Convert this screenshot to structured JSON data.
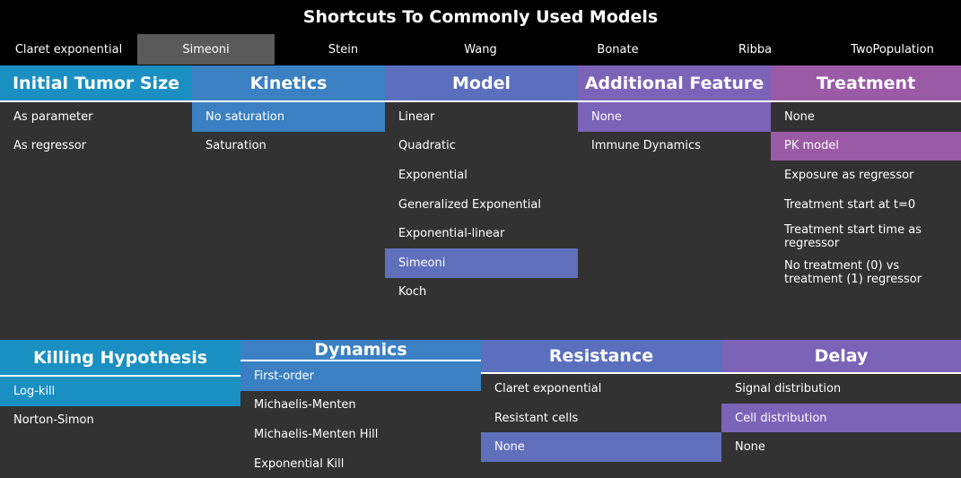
{
  "title": "Shortcuts To Commonly Used Models",
  "shortcuts": [
    {
      "label": "Claret exponential",
      "active": false
    },
    {
      "label": "Simeoni",
      "active": true
    },
    {
      "label": "Stein",
      "active": false
    },
    {
      "label": "Wang",
      "active": false
    },
    {
      "label": "Bonate",
      "active": false
    },
    {
      "label": "Ribba",
      "active": false
    },
    {
      "label": "TwoPopulation",
      "active": false
    }
  ],
  "colors": {
    "initial": "#1a8fc1",
    "kinetics": "#3a80c2",
    "model": "#5a6fbe",
    "additional": "#7b63b8",
    "treatment": "#9b5aa6"
  },
  "sections_top": [
    {
      "key": "initial",
      "header": "Initial Tumor Size",
      "color": "#1a8fc1",
      "highlight": "#1a8fc1",
      "options": [
        {
          "label": "As parameter",
          "selected": false
        },
        {
          "label": "As regressor",
          "selected": false
        }
      ]
    },
    {
      "key": "kinetics",
      "header": "Kinetics",
      "color": "#3a80c2",
      "highlight": "#3a80c2",
      "options": [
        {
          "label": "No saturation",
          "selected": true
        },
        {
          "label": "Saturation",
          "selected": false
        }
      ]
    },
    {
      "key": "model",
      "header": "Model",
      "color": "#5a6fbe",
      "highlight": "#5f6fbc",
      "options": [
        {
          "label": "Linear",
          "selected": false
        },
        {
          "label": "Quadratic",
          "selected": false
        },
        {
          "label": "Exponential",
          "selected": false
        },
        {
          "label": "Generalized Exponential",
          "selected": false
        },
        {
          "label": "Exponential-linear",
          "selected": false
        },
        {
          "label": "Simeoni",
          "selected": true
        },
        {
          "label": "Koch",
          "selected": false
        }
      ]
    },
    {
      "key": "additional",
      "header": "Additional Feature",
      "color": "#7b63b8",
      "highlight": "#7b63b8",
      "options": [
        {
          "label": "None",
          "selected": true
        },
        {
          "label": "Immune Dynamics",
          "selected": false
        }
      ]
    },
    {
      "key": "treatment",
      "header": "Treatment",
      "color": "#9b5aa6",
      "highlight": "#9b5aa6",
      "options": [
        {
          "label": "None",
          "selected": false
        },
        {
          "label": "PK model",
          "selected": true
        },
        {
          "label": "Exposure as regressor",
          "selected": false
        },
        {
          "label": "Treatment start at t=0",
          "selected": false
        },
        {
          "label": "Treatment start time as regressor",
          "selected": false
        },
        {
          "label": "No treatment (0) vs treatment (1) regressor",
          "selected": false
        }
      ]
    }
  ],
  "sections_bottom": [
    {
      "key": "killing",
      "header": "Killing Hypothesis",
      "color": "#1a8fc1",
      "highlight": "#1a8fc1",
      "options": [
        {
          "label": "Log-kill",
          "selected": true
        },
        {
          "label": "Norton-Simon",
          "selected": false
        }
      ]
    },
    {
      "key": "dynamics",
      "header": "Dynamics",
      "color": "#3a80c2",
      "highlight": "#3a80c2",
      "options": [
        {
          "label": "First-order",
          "selected": true
        },
        {
          "label": "Michaelis-Menten",
          "selected": false
        },
        {
          "label": "Michaelis-Menten Hill",
          "selected": false
        },
        {
          "label": "Exponential Kill",
          "selected": false
        }
      ]
    },
    {
      "key": "resistance",
      "header": "Resistance",
      "color": "#5a6fbe",
      "highlight": "#5f6fbc",
      "options": [
        {
          "label": "Claret exponential",
          "selected": false
        },
        {
          "label": "Resistant cells",
          "selected": false
        },
        {
          "label": "None",
          "selected": true
        }
      ]
    },
    {
      "key": "delay",
      "header": "Delay",
      "color": "#7b63b8",
      "highlight": "#7b63b8",
      "options": [
        {
          "label": "Signal distribution",
          "selected": false
        },
        {
          "label": "Cell distribution",
          "selected": true
        },
        {
          "label": "None",
          "selected": false
        }
      ]
    }
  ]
}
